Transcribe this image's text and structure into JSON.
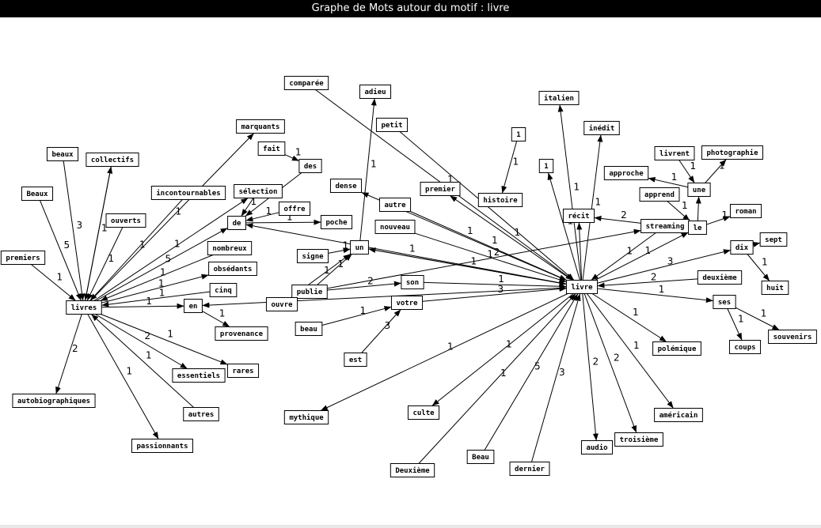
{
  "title": "Graphe de Mots autour du motif : livre",
  "nodes": [
    {
      "id": "livre",
      "label": "livre"
    },
    {
      "id": "livres",
      "label": "livres"
    },
    {
      "id": "beaux",
      "label": "beaux"
    },
    {
      "id": "collectifs",
      "label": "collectifs"
    },
    {
      "id": "Beaux",
      "label": "Beaux"
    },
    {
      "id": "premiers",
      "label": "premiers"
    },
    {
      "id": "ouverts",
      "label": "ouverts"
    },
    {
      "id": "incontournables",
      "label": "incontournables"
    },
    {
      "id": "marquants",
      "label": "marquants"
    },
    {
      "id": "fait",
      "label": "fait"
    },
    {
      "id": "des",
      "label": "des"
    },
    {
      "id": "selection",
      "label": "sélection"
    },
    {
      "id": "offre",
      "label": "offre"
    },
    {
      "id": "de",
      "label": "de"
    },
    {
      "id": "poche",
      "label": "poche"
    },
    {
      "id": "nombreux",
      "label": "nombreux"
    },
    {
      "id": "obsedants",
      "label": "obsédants"
    },
    {
      "id": "cinq",
      "label": "cinq"
    },
    {
      "id": "en",
      "label": "en"
    },
    {
      "id": "provenance",
      "label": "provenance"
    },
    {
      "id": "rares",
      "label": "rares"
    },
    {
      "id": "essentiels",
      "label": "essentiels"
    },
    {
      "id": "autres",
      "label": "autres"
    },
    {
      "id": "passionnants",
      "label": "passionnants"
    },
    {
      "id": "autobiographiques",
      "label": "autobiographiques"
    },
    {
      "id": "comparee",
      "label": "comparée"
    },
    {
      "id": "adieu",
      "label": "adieu"
    },
    {
      "id": "petit",
      "label": "petit"
    },
    {
      "id": "dense",
      "label": "dense"
    },
    {
      "id": "autre",
      "label": "autre"
    },
    {
      "id": "nouveau",
      "label": "nouveau"
    },
    {
      "id": "signe",
      "label": "signe"
    },
    {
      "id": "un",
      "label": "un"
    },
    {
      "id": "publie",
      "label": "publie"
    },
    {
      "id": "ouvre",
      "label": "ouvre"
    },
    {
      "id": "son",
      "label": "son"
    },
    {
      "id": "votre",
      "label": "votre"
    },
    {
      "id": "beau",
      "label": "beau"
    },
    {
      "id": "est",
      "label": "est"
    },
    {
      "id": "premier",
      "label": "premier"
    },
    {
      "id": "histoire",
      "label": "histoire"
    },
    {
      "id": "n1a",
      "label": "1"
    },
    {
      "id": "n1b",
      "label": "1"
    },
    {
      "id": "italien",
      "label": "italien"
    },
    {
      "id": "inedit",
      "label": "inédit"
    },
    {
      "id": "recit",
      "label": "récit"
    },
    {
      "id": "streaming",
      "label": "streaming"
    },
    {
      "id": "le",
      "label": "le"
    },
    {
      "id": "livrent",
      "label": "livrent"
    },
    {
      "id": "une",
      "label": "une"
    },
    {
      "id": "photographie",
      "label": "photographie"
    },
    {
      "id": "approche",
      "label": "approche"
    },
    {
      "id": "apprend",
      "label": "apprend"
    },
    {
      "id": "roman",
      "label": "roman"
    },
    {
      "id": "dix",
      "label": "dix"
    },
    {
      "id": "sept",
      "label": "sept"
    },
    {
      "id": "huit",
      "label": "huit"
    },
    {
      "id": "deuxieme",
      "label": "deuxième"
    },
    {
      "id": "ses",
      "label": "ses"
    },
    {
      "id": "souvenirs",
      "label": "souvenirs"
    },
    {
      "id": "coups",
      "label": "coups"
    },
    {
      "id": "polemique",
      "label": "polémique"
    },
    {
      "id": "americain",
      "label": "américain"
    },
    {
      "id": "troisieme",
      "label": "troisième"
    },
    {
      "id": "audio",
      "label": "audio"
    },
    {
      "id": "dernier",
      "label": "dernier"
    },
    {
      "id": "Beau",
      "label": "Beau"
    },
    {
      "id": "Deuxieme",
      "label": "Deuxième"
    },
    {
      "id": "culte",
      "label": "culte"
    },
    {
      "id": "mythique",
      "label": "mythique"
    }
  ],
  "edges": [
    {
      "from": "beaux",
      "to": "livres",
      "label": "3"
    },
    {
      "from": "Beaux",
      "to": "livres",
      "label": "5"
    },
    {
      "from": "premiers",
      "to": "livres",
      "label": "1"
    },
    {
      "from": "collectifs",
      "to": "livres",
      "label": "1"
    },
    {
      "from": "livres",
      "to": "collectifs",
      "label": ""
    },
    {
      "from": "ouverts",
      "to": "livres",
      "label": "1"
    },
    {
      "from": "livres",
      "to": "marquants",
      "label": "1"
    },
    {
      "from": "incontournables",
      "to": "livres",
      "label": "1"
    },
    {
      "from": "livres",
      "to": "selection",
      "label": "1"
    },
    {
      "from": "livres",
      "to": "de",
      "label": "5"
    },
    {
      "from": "nombreux",
      "to": "livres",
      "label": "1"
    },
    {
      "from": "livres",
      "to": "obsedants",
      "label": "1"
    },
    {
      "from": "cinq",
      "to": "livres",
      "label": "1"
    },
    {
      "from": "livres",
      "to": "en",
      "label": "1"
    },
    {
      "from": "livres",
      "to": "rares",
      "label": "1"
    },
    {
      "from": "livres",
      "to": "essentiels",
      "label": "2"
    },
    {
      "from": "autres",
      "to": "livres",
      "label": "1"
    },
    {
      "from": "livres",
      "to": "passionnants",
      "label": "1"
    },
    {
      "from": "livres",
      "to": "autobiographiques",
      "label": "2"
    },
    {
      "from": "fait",
      "to": "des",
      "label": "1"
    },
    {
      "from": "des",
      "to": "de",
      "label": ""
    },
    {
      "from": "selection",
      "to": "de",
      "label": "1"
    },
    {
      "from": "offre",
      "to": "de",
      "label": "1"
    },
    {
      "from": "livre",
      "to": "de",
      "label": "1"
    },
    {
      "from": "de",
      "to": "poche",
      "label": "1"
    },
    {
      "from": "en",
      "to": "provenance",
      "label": "1"
    },
    {
      "from": "livre",
      "to": "en",
      "label": ""
    },
    {
      "from": "un",
      "to": "adieu",
      "label": "1"
    },
    {
      "from": "comparee",
      "to": "livre",
      "label": "1"
    },
    {
      "from": "petit",
      "to": "livre",
      "label": "1"
    },
    {
      "from": "livre",
      "to": "dense",
      "label": "1"
    },
    {
      "from": "autre",
      "to": "livre",
      "label": "1"
    },
    {
      "from": "nouveau",
      "to": "livre",
      "label": "2"
    },
    {
      "from": "signe",
      "to": "un",
      "label": "1"
    },
    {
      "from": "un",
      "to": "livre",
      "label": "1"
    },
    {
      "from": "livre",
      "to": "un",
      "label": ""
    },
    {
      "from": "publie",
      "to": "un",
      "label": "1"
    },
    {
      "from": "ouvre",
      "to": "un",
      "label": "1"
    },
    {
      "from": "publie",
      "to": "son",
      "label": "2"
    },
    {
      "from": "son",
      "to": "livre",
      "label": "1"
    },
    {
      "from": "publie",
      "to": "streaming",
      "label": "1"
    },
    {
      "from": "votre",
      "to": "livre",
      "label": "3"
    },
    {
      "from": "beau",
      "to": "votre",
      "label": "1"
    },
    {
      "from": "est",
      "to": "votre",
      "label": "3"
    },
    {
      "from": "livre",
      "to": "premier",
      "label": "1"
    },
    {
      "from": "n1a",
      "to": "histoire",
      "label": "1"
    },
    {
      "from": "livre",
      "to": "n1b",
      "label": "1"
    },
    {
      "from": "livre",
      "to": "italien",
      "label": "1"
    },
    {
      "from": "livre",
      "to": "inedit",
      "label": "1"
    },
    {
      "from": "streaming",
      "to": "recit",
      "label": "2"
    },
    {
      "from": "livre",
      "to": "recit",
      "label": ""
    },
    {
      "from": "streaming",
      "to": "livre",
      "label": "1"
    },
    {
      "from": "livre",
      "to": "le",
      "label": "1"
    },
    {
      "from": "apprend",
      "to": "le",
      "label": "1"
    },
    {
      "from": "le",
      "to": "une",
      "label": ""
    },
    {
      "from": "livrent",
      "to": "une",
      "label": "1"
    },
    {
      "from": "une",
      "to": "approche",
      "label": "1"
    },
    {
      "from": "une",
      "to": "photographie",
      "label": "1"
    },
    {
      "from": "le",
      "to": "roman",
      "label": "1"
    },
    {
      "from": "livre",
      "to": "dix",
      "label": "3"
    },
    {
      "from": "dix",
      "to": "sept",
      "label": "1"
    },
    {
      "from": "dix",
      "to": "huit",
      "label": "1"
    },
    {
      "from": "deuxieme",
      "to": "livre",
      "label": "2"
    },
    {
      "from": "livre",
      "to": "ses",
      "label": "1"
    },
    {
      "from": "ses",
      "to": "souvenirs",
      "label": "1"
    },
    {
      "from": "ses",
      "to": "coups",
      "label": "1"
    },
    {
      "from": "livre",
      "to": "polemique",
      "label": "1"
    },
    {
      "from": "livre",
      "to": "americain",
      "label": "1"
    },
    {
      "from": "livre",
      "to": "troisieme",
      "label": "2"
    },
    {
      "from": "livre",
      "to": "audio",
      "label": "2"
    },
    {
      "from": "dernier",
      "to": "livre",
      "label": "3"
    },
    {
      "from": "Beau",
      "to": "livre",
      "label": "5"
    },
    {
      "from": "Deuxieme",
      "to": "livre",
      "label": "1"
    },
    {
      "from": "livre",
      "to": "culte",
      "label": "1"
    },
    {
      "from": "livre",
      "to": "mythique",
      "label": "1"
    }
  ]
}
